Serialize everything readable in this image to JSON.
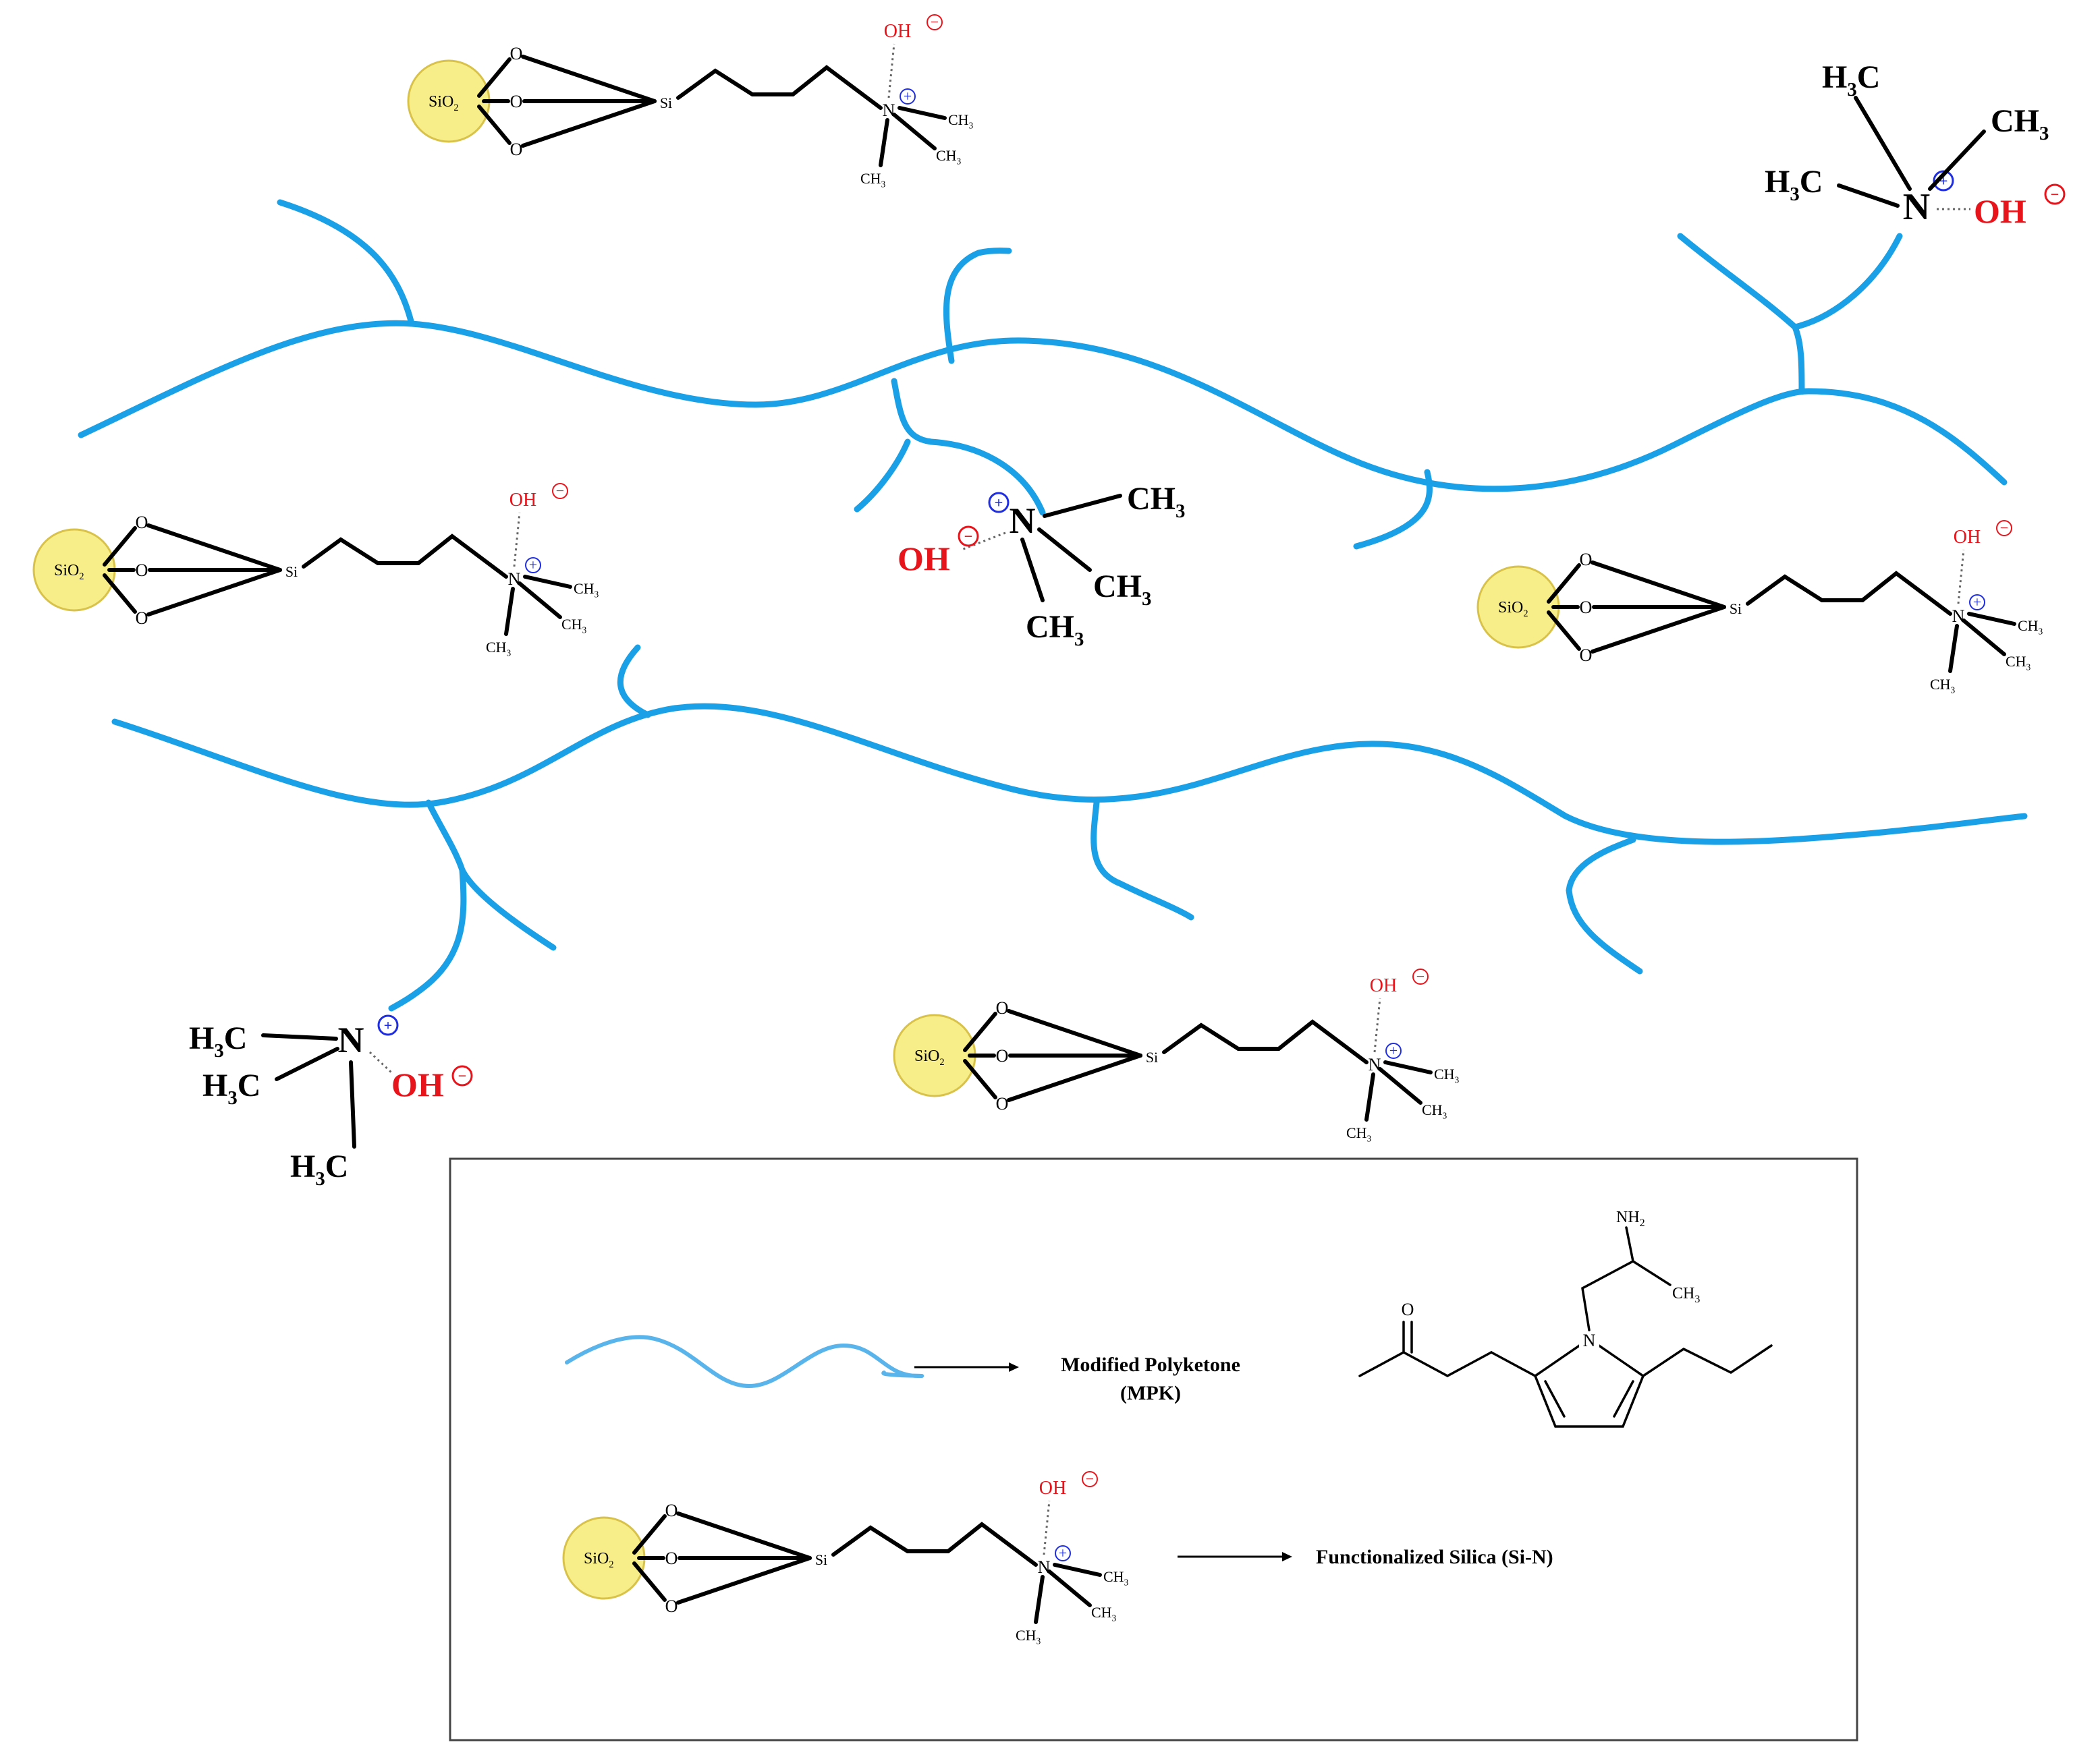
{
  "labels": {
    "sio2": "SiO",
    "sio2_sub": "2",
    "o": "O",
    "si": "Si",
    "n": "N",
    "oh": "OH",
    "ch3": "CH",
    "ch3_sub": "3",
    "h3c_h": "H",
    "h3c_c": "C",
    "three": "3",
    "plus": "+",
    "minus": "−",
    "nh2": "NH",
    "nh2_sub": "2",
    "n_pyrrole": "N"
  },
  "legend": {
    "mpk_label_line1": "Modified Polyketone",
    "mpk_label_line2": "(MPK)",
    "sin_label": "Functionalized Silica (Si-N)"
  },
  "colors": {
    "polymer": "#1aa0e6",
    "legend_polymer": "#5ab4ec",
    "silica_fill": "#f7ee8a",
    "silica_stroke": "#d8c24a",
    "oh": "#e8141b",
    "charge": "#1f2ee0"
  }
}
